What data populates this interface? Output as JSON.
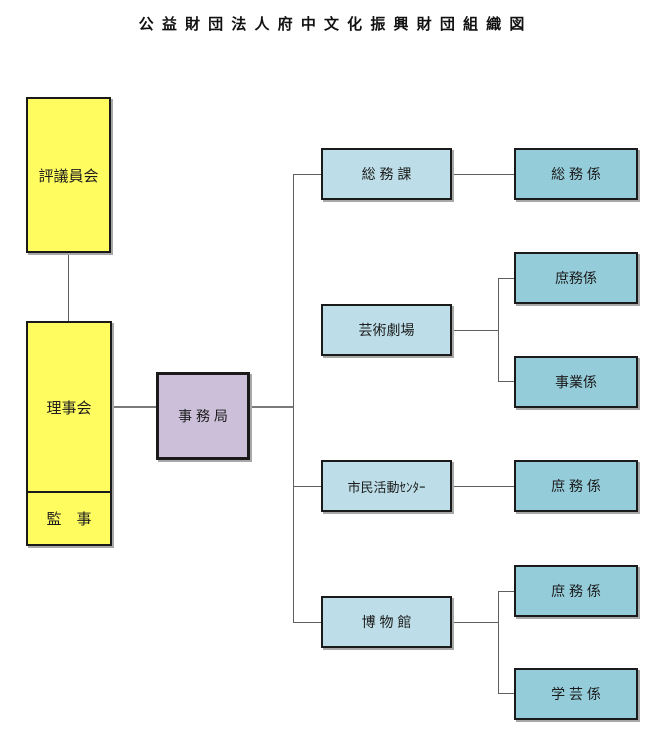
{
  "title": "公 益 財 団 法 人 府 中 文 化 振 興 財 団 組 織 図",
  "colors": {
    "governance_fill": "#FFFC60",
    "secretariat_fill": "#CBBFD9",
    "division_fill": "#BDDEE8",
    "section_fill": "#94CCDA",
    "box_border": "#1a1a1a",
    "connector": "#5f5f5f",
    "connector_thick": "#7a7a7a"
  },
  "nodes": {
    "councilors": {
      "label": "評議員会"
    },
    "board": {
      "label": "理事会"
    },
    "auditor": {
      "label": "監　事"
    },
    "secretariat": {
      "label": "事 務 局"
    },
    "general_affairs_division": {
      "label": "総 務 課"
    },
    "general_affairs_section": {
      "label": "総 務 係"
    },
    "art_theater": {
      "label": "芸術劇場"
    },
    "art_theater_general_section": {
      "label": "庶務係"
    },
    "art_theater_business_section": {
      "label": "事業係"
    },
    "civic_activity_center": {
      "label": "市民活動ｾﾝﾀｰ"
    },
    "civic_activity_center_general_section": {
      "label": "庶 務 係"
    },
    "museum": {
      "label": "博 物 館"
    },
    "museum_general_section": {
      "label": "庶 務 係"
    },
    "museum_curatorial_section": {
      "label": "学 芸 係"
    }
  }
}
